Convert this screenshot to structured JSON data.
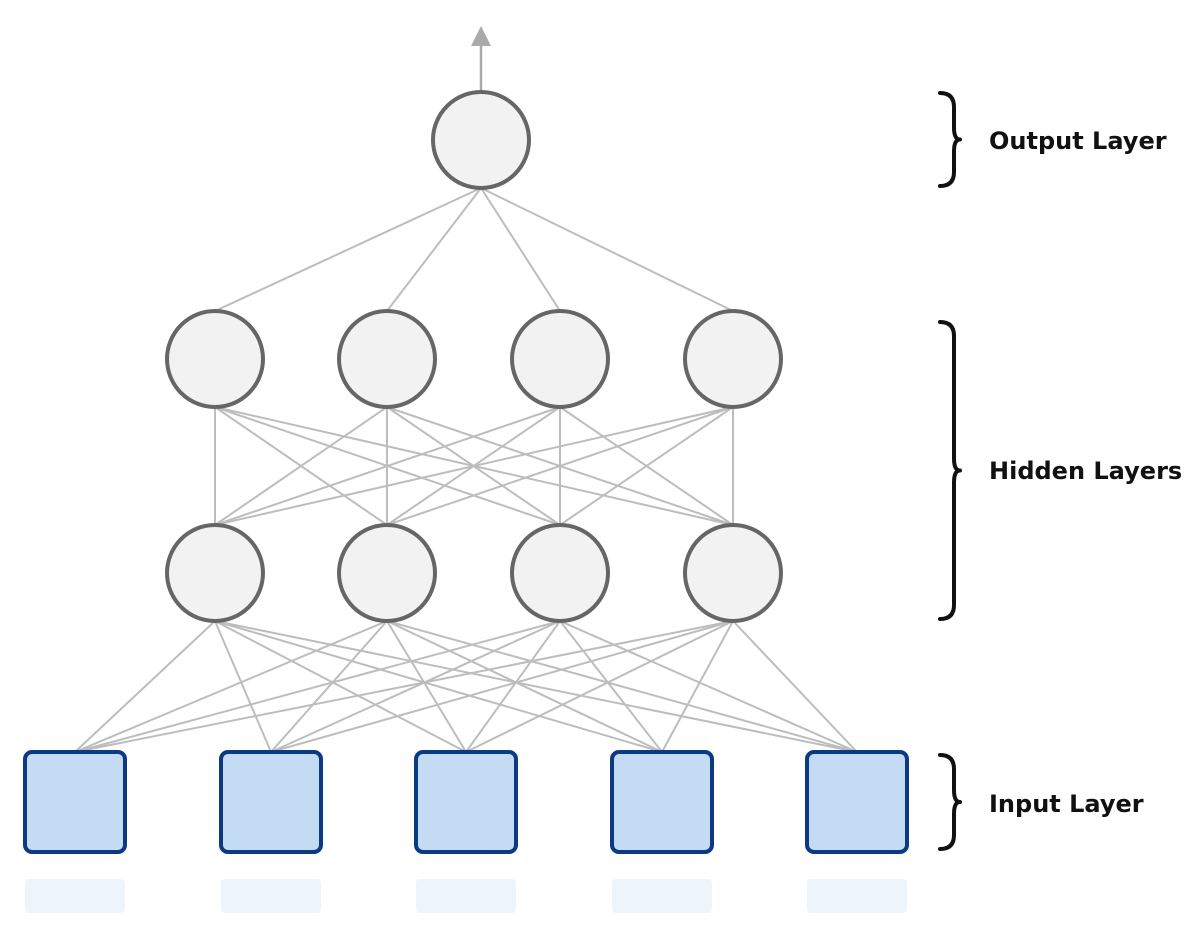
{
  "layers": {
    "output": {
      "label": "Output Layer",
      "node_count": 1,
      "node_shape": "circle"
    },
    "hidden": {
      "label": "Hidden Layers",
      "layer_count": 2,
      "nodes_per_layer": 4,
      "node_shape": "circle"
    },
    "input": {
      "label": "Input Layer",
      "node_count": 5,
      "node_shape": "square"
    }
  },
  "connectivity": "fully-connected",
  "output_arrow": "arrow-up-icon",
  "colors": {
    "edge": "#bdbdbd",
    "neuron_fill": "#f2f2f2",
    "neuron_stroke": "#666666",
    "input_fill": "#c3dbf3",
    "input_stroke": "#0c3a82",
    "input_shadow": "#eef4fb",
    "brace": "#111111",
    "text": "#111111"
  }
}
